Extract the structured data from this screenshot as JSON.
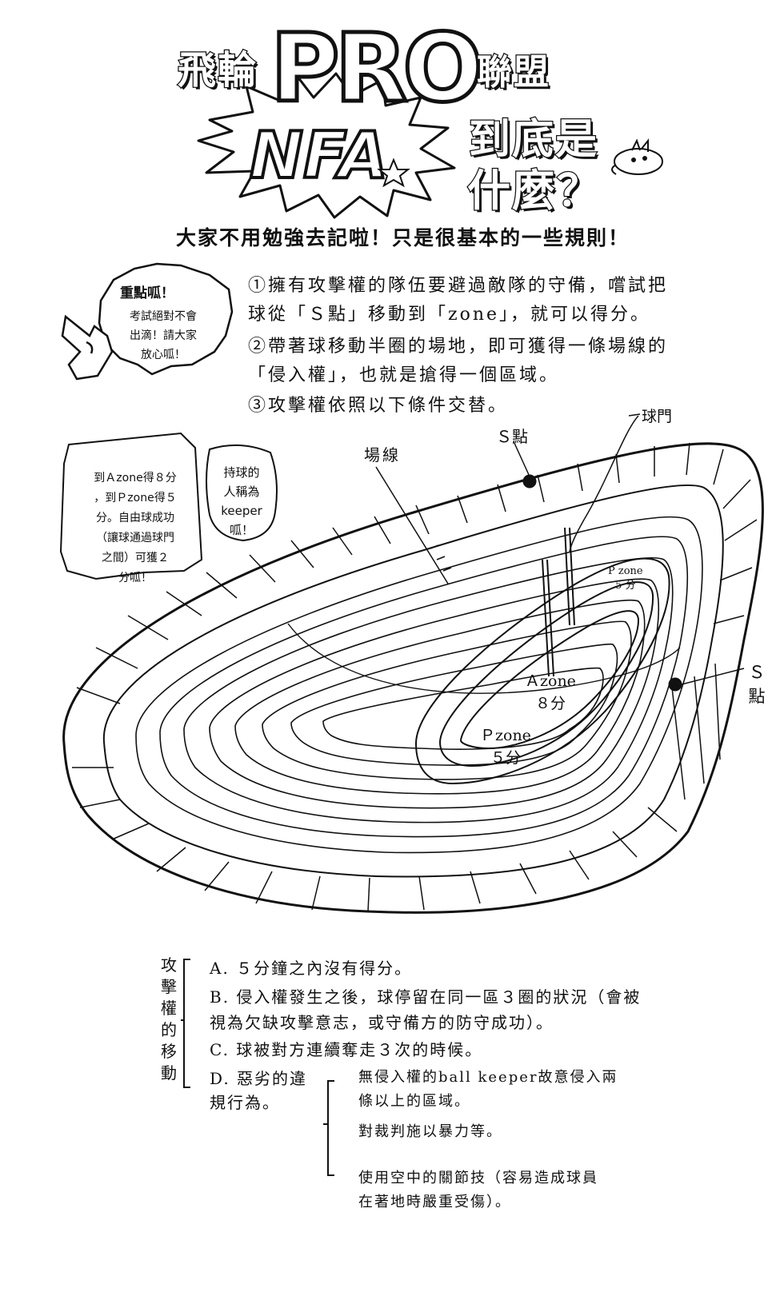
{
  "header": {
    "title_left": "飛輪",
    "logo_pro": "PRO",
    "title_right": "聯盟",
    "logo_nfa": "NFA",
    "question_line1": "到底是",
    "question_line2": "什麼？",
    "subtitle": "大家不用勉強去記啦！只是很基本的一些規則！"
  },
  "note_bubble": {
    "title": "重點呱！",
    "lines": [
      "考試絕對不會",
      "出滴！請大家",
      "放心呱！"
    ]
  },
  "rules": [
    "①擁有攻擊權的隊伍要避過敵隊的守備，嚐試把",
    "球從「Ｓ點」移動到「zone」，就可以得分。",
    "②帶著球移動半圈的場地，即可獲得一條場線的",
    "「侵入權」，也就是搶得一個區域。",
    "③攻擊權依照以下條件交替。"
  ],
  "score_bubble": {
    "lines": [
      "到Ａzone得８分",
      "，到Ｐzone得５",
      "分。自由球成功",
      "（讓球通過球門",
      "之間）可獲２",
      "分呱！"
    ]
  },
  "keeper_bubble": {
    "lines": [
      "持球的",
      "人稱為",
      "keeper",
      "呱！"
    ]
  },
  "field_labels": {
    "field_line": "場線",
    "s_point_top": "Ｓ點",
    "goal": "球門",
    "p_zone_small_1": "P zone",
    "p_zone_small_2": "5 分",
    "a_zone_1": "Ａzone",
    "a_zone_2": "８分",
    "p_zone_1": "Ｐzone",
    "p_zone_2": "５分",
    "s_point_right_1": "Ｓ",
    "s_point_right_2": "點"
  },
  "attack_transfer": {
    "heading": [
      "攻",
      "擊",
      "權",
      "的",
      "移",
      "動"
    ],
    "items": {
      "a": "A. ５分鐘之內沒有得分。",
      "b1": "B. 侵入權發生之後，球停留在同一區３圈的狀況（會被",
      "b2": "視為欠缺攻擊意志，或守備方的防守成功）。",
      "c": "C. 球被對方連續奪走３次的時候。",
      "d1": "D. 惡劣的違",
      "d2": "規行為。"
    },
    "violations": {
      "v1a": "無侵入權的ball keeper故意侵入兩",
      "v1b": "條以上的區域。",
      "v2": "對裁判施以暴力等。",
      "v3a": "使用空中的關節技（容易造成球員",
      "v3b": "在著地時嚴重受傷）。"
    }
  }
}
